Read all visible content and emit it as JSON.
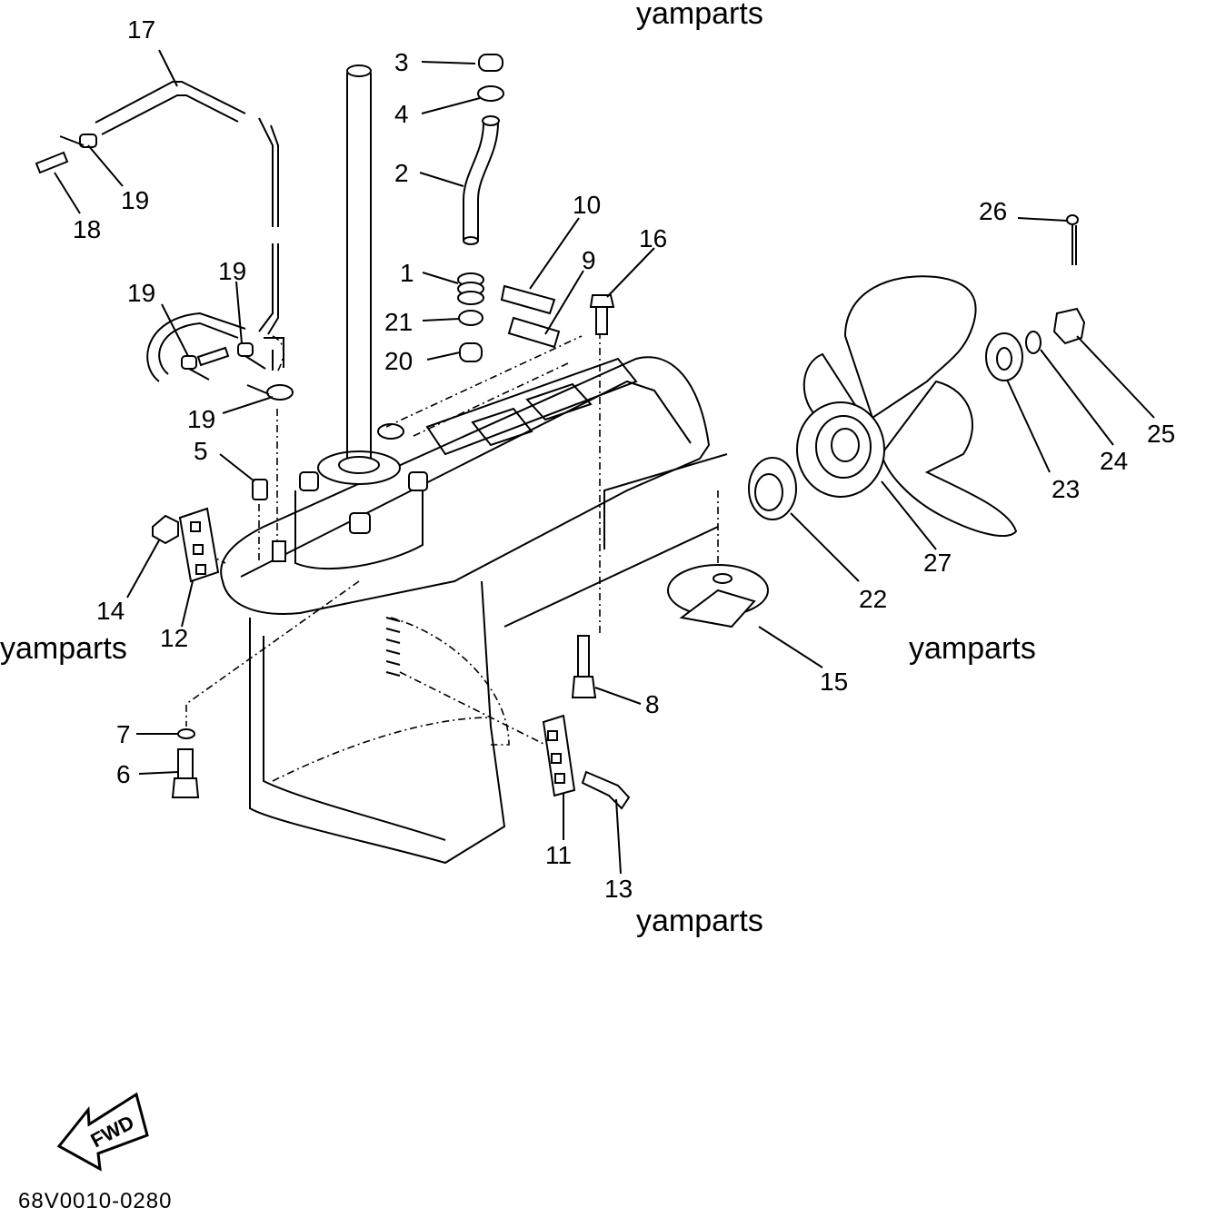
{
  "watermarks": [
    "yamparts",
    "yamparts",
    "yamparts",
    "yamparts"
  ],
  "callouts": [
    "17",
    "3",
    "4",
    "2",
    "19",
    "18",
    "10",
    "16",
    "9",
    "1",
    "21",
    "20",
    "19",
    "19",
    "19",
    "5",
    "14",
    "12",
    "26",
    "25",
    "24",
    "23",
    "27",
    "22",
    "15",
    "8",
    "7",
    "6",
    "11",
    "13"
  ],
  "fwd_label": "FWD",
  "diagram_code": "68V0010-0280"
}
